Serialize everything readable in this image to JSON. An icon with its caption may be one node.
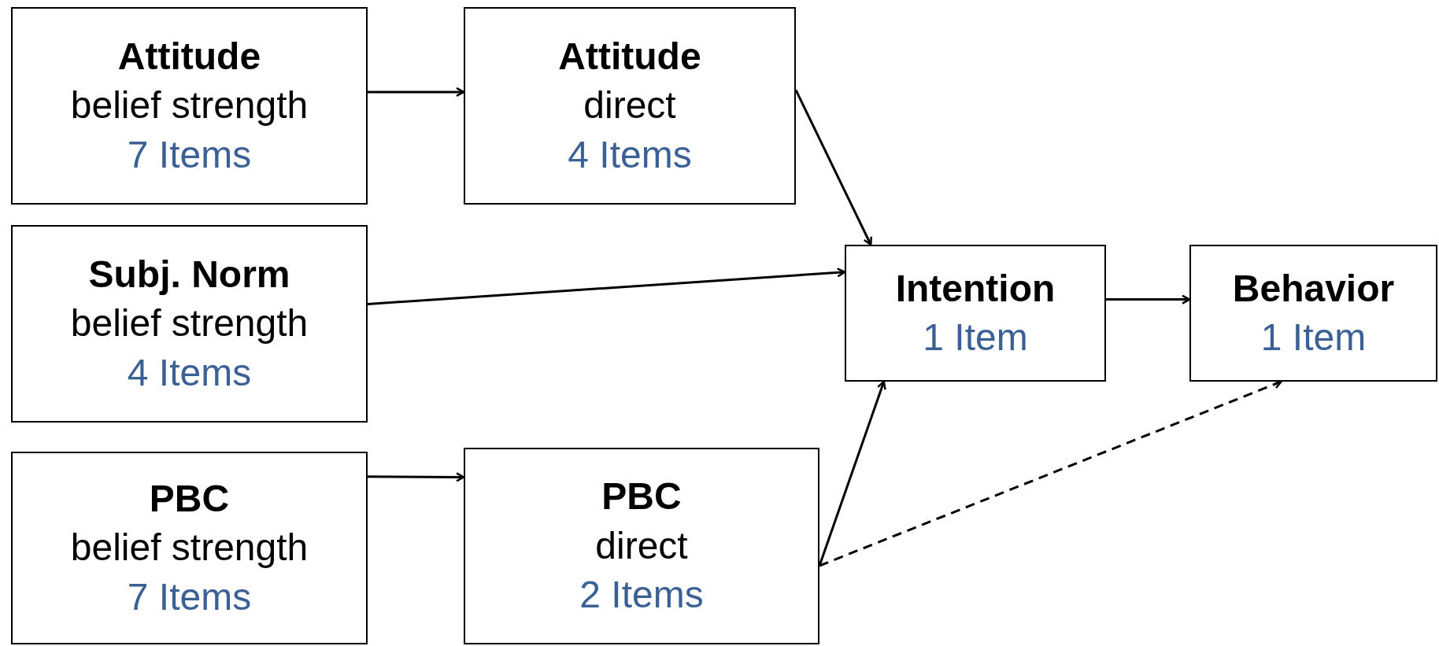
{
  "diagram": {
    "nodes": [
      {
        "text": [
          "Attitude",
          "belief strength",
          "7 Items"
        ]
      },
      {
        "text": [
          "Attitude",
          "direct",
          "4 Items"
        ]
      },
      {
        "text": [
          "Subj. Norm",
          "belief strength",
          "4 Items"
        ]
      },
      {
        "text": [
          "PBC",
          "belief strength",
          "7 Items"
        ]
      },
      {
        "text": [
          "PBC",
          "direct",
          "2 Items"
        ]
      },
      {
        "text": [
          "Intention",
          "1 Item"
        ]
      },
      {
        "text": [
          "Behavior",
          "1 Item"
        ]
      }
    ],
    "edges": [
      {
        "from": 0,
        "to": 1,
        "arrow": "to"
      },
      {
        "from": 1,
        "to": 5,
        "arrow": "to"
      },
      {
        "from": 2,
        "to": 5,
        "arrow": "to"
      },
      {
        "from": 3,
        "to": 4,
        "arrow": "to"
      },
      {
        "from": 4,
        "to": 5,
        "arrow": "to"
      },
      {
        "from": 4,
        "to": 6,
        "arrow": "to",
        "style": "dashed"
      },
      {
        "from": 5,
        "to": 6,
        "arrow": "to"
      }
    ]
  }
}
